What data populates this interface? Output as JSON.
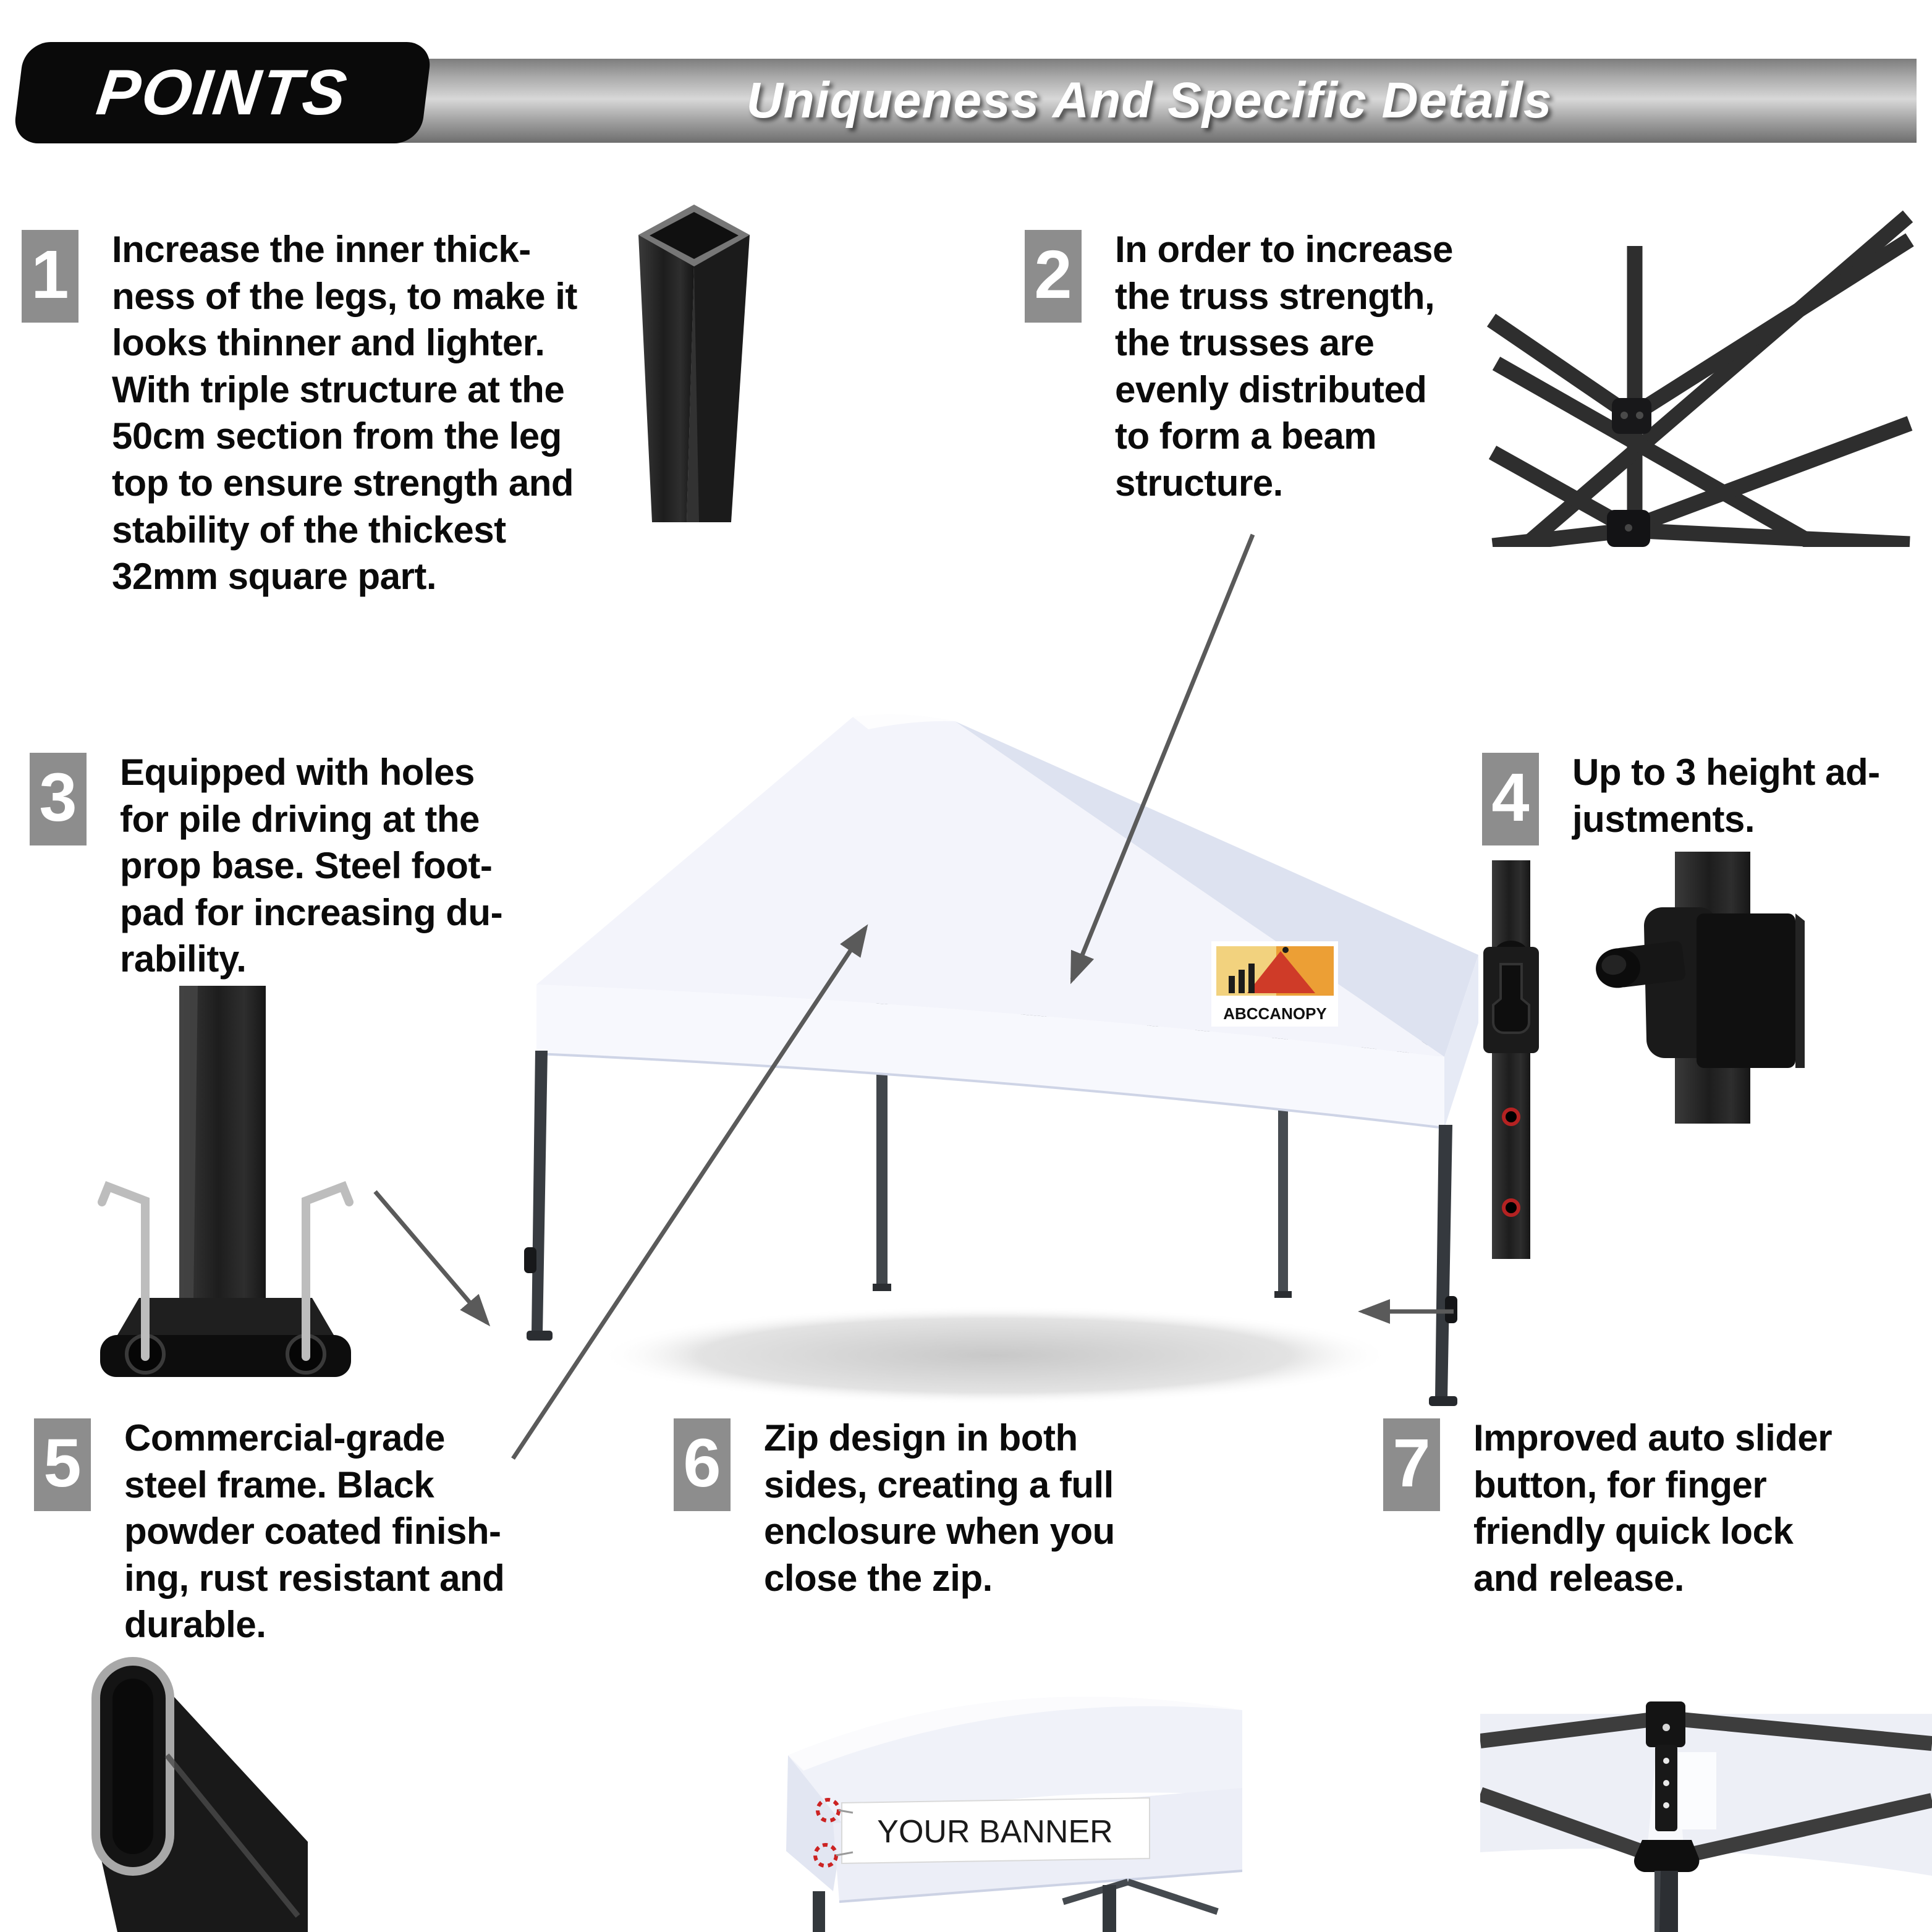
{
  "header": {
    "points_label": "POINTS",
    "subtitle": "Uniqueness And Specific Details"
  },
  "points": [
    {
      "number": "1",
      "text": "Increase the inner thick-\nness of the legs, to make it\nlooks thinner and lighter.\nWith triple structure at the\n50cm section from the leg\ntop to ensure strength and\nstability of the thickest\n32mm square part."
    },
    {
      "number": "2",
      "text": "In order to increase\nthe truss strength,\nthe trusses are\nevenly distributed\nto form a beam\nstructure."
    },
    {
      "number": "3",
      "text": "Equipped with holes\nfor pile driving at the\nprop base. Steel foot-\npad for increasing du-\nrability."
    },
    {
      "number": "4",
      "text": "Up to 3 height ad-\njustments."
    },
    {
      "number": "5",
      "text": "Commercial-grade\nsteel frame. Black\npowder coated finish-\ning, rust resistant and\ndurable."
    },
    {
      "number": "6",
      "text": "Zip design in both\nsides, creating a full\nenclosure when you\nclose the zip."
    },
    {
      "number": "7",
      "text": "Improved auto slider\nbutton, for finger\nfriendly quick lock\nand release."
    }
  ],
  "tent": {
    "logo_brand": "ABCCANOPY",
    "banner_text": "YOUR BANNER"
  },
  "illustrations": {
    "point1": "square-leg-tube-photo",
    "point2": "truss-beam-structure-photo",
    "point3": "steel-footpad-with-stake-hooks-photo",
    "point4": "leg-holes-and-auto-slider-button-photos",
    "point5": "oval-steel-tube-photo",
    "point6": "canopy-banner-zip-photo",
    "point7": "inner-corner-truss-photo"
  },
  "colors": {
    "badge_gray": "#8d8d8d",
    "header_black": "#0a0a0a",
    "canopy_light": "#f3f4fb",
    "frame_dark": "#2b2e33",
    "accent_red": "#cc2222",
    "logo_orange": "#ec9f35",
    "logo_red": "#cf3b28",
    "arrow_gray": "#5a5a5a"
  }
}
